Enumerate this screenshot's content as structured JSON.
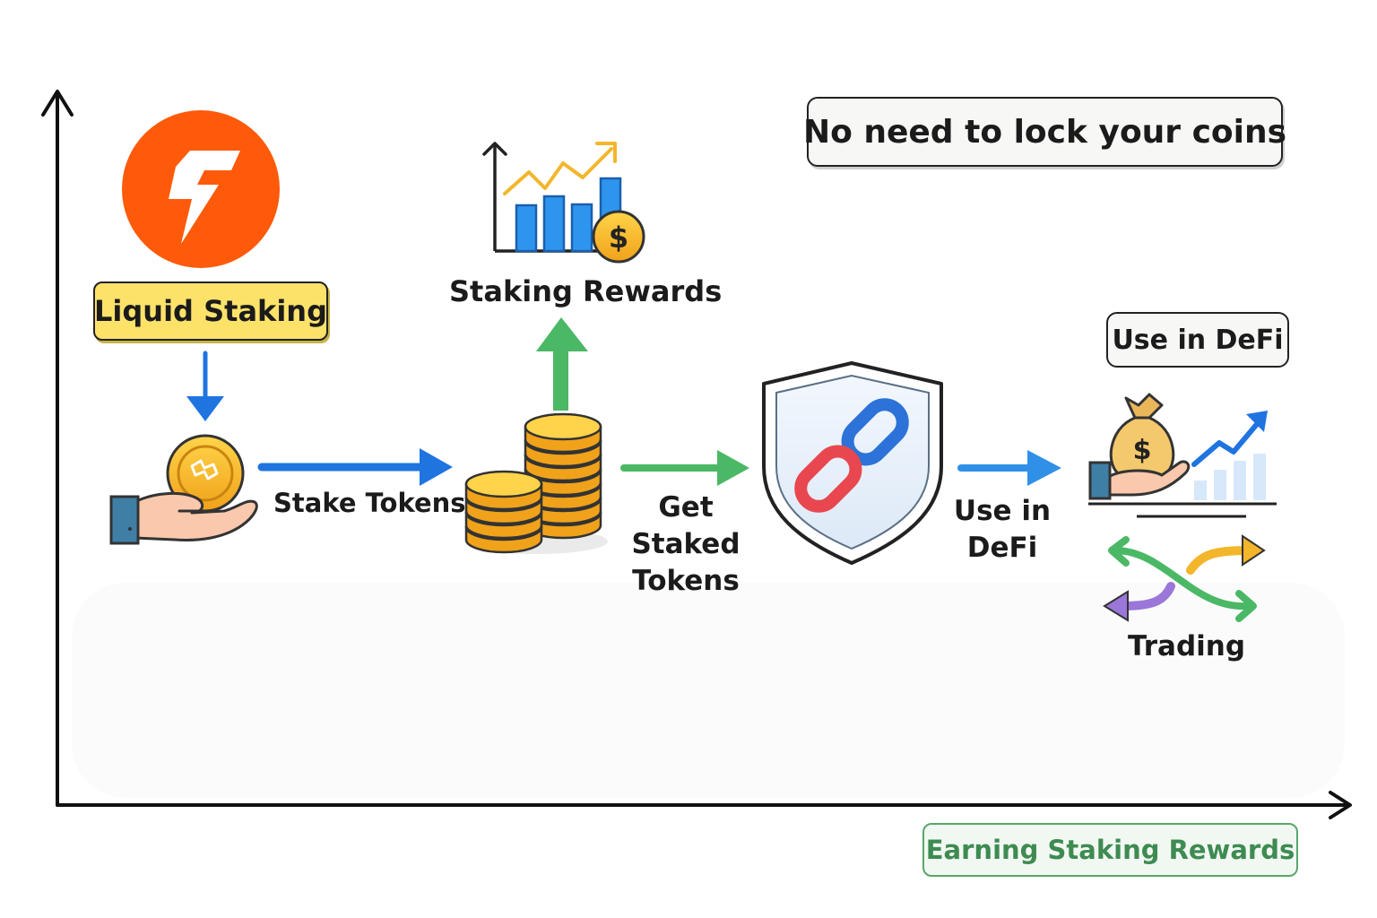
{
  "header": {
    "lock_note": "No need to lock your coins"
  },
  "steps": {
    "liquid_staking": "Liquid Staking",
    "stake_tokens": "Stake Tokens",
    "staking_rewards": "Staking Rewards",
    "get_staked_tokens": "Get Staked Tokens",
    "use_in_defi": "Use in DeFi",
    "use_in_defi_badge": "Use in DeFi",
    "trading": "Trading"
  },
  "axis": {
    "x_label": "Earning Staking Rewards"
  },
  "icons": {
    "logo": "lightning-logo-icon",
    "hand_coin": "hand-holding-coin-icon",
    "coin_stacks": "coin-stacks-icon",
    "rewards_chart": "bar-chart-dollar-icon",
    "shield_chain": "shield-chain-link-icon",
    "money_bag": "money-bag-hand-icon",
    "trading_arrows": "crossing-arrows-icon"
  },
  "colors": {
    "logo_orange": "#fe5a0a",
    "label_yellow": "#fde26a",
    "arrow_blue": "#1f74e0",
    "arrow_green": "#4bb866",
    "coin_gold": "#f5b92a",
    "earning_green": "#3e8b52"
  }
}
